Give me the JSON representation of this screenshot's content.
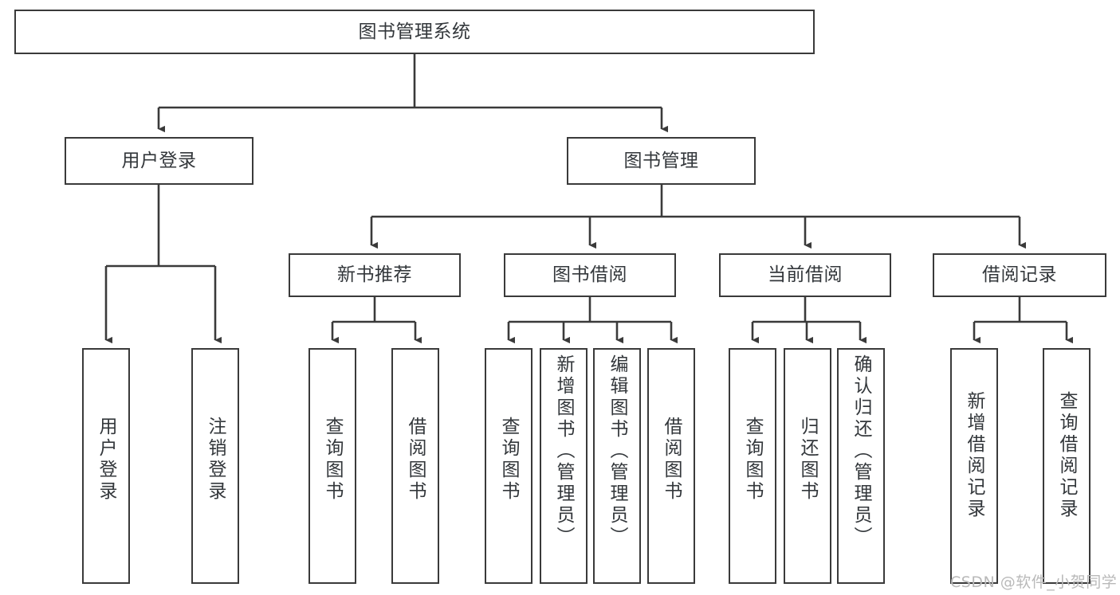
{
  "diagram": {
    "title": "图书管理系统",
    "type": "functional-structure-tree",
    "colors": {
      "box_border": "#3a3a3a",
      "box_fill": "#ffffff",
      "text": "#33373b",
      "connector": "#3a3a3a",
      "watermark": "#b9b9b9",
      "background": "#ffffff"
    },
    "nodes": {
      "root": {
        "label": "图书管理系统"
      },
      "level2": [
        {
          "id": "user-login",
          "label": "用户登录"
        },
        {
          "id": "book-manage",
          "label": "图书管理"
        }
      ],
      "level3": [
        {
          "id": "new-book-recommend",
          "label": "新书推荐"
        },
        {
          "id": "book-borrow",
          "label": "图书借阅"
        },
        {
          "id": "current-borrow",
          "label": "当前借阅"
        },
        {
          "id": "borrow-record",
          "label": "借阅记录"
        }
      ],
      "leaves": {
        "user_login": [
          {
            "id": "leaf-user-login",
            "label": "用户登录"
          },
          {
            "id": "leaf-logout-login",
            "label": "注销登录"
          }
        ],
        "new_book_recommend": [
          {
            "id": "leaf-query-book-1",
            "label": "查询图书"
          },
          {
            "id": "leaf-borrow-book-1",
            "label": "借阅图书"
          }
        ],
        "book_borrow": [
          {
            "id": "leaf-query-book-2",
            "label": "查询图书"
          },
          {
            "id": "leaf-add-book",
            "label": "新增图书（管理员）"
          },
          {
            "id": "leaf-edit-book",
            "label": "编辑图书（管理员）"
          },
          {
            "id": "leaf-borrow-book-2",
            "label": "借阅图书"
          }
        ],
        "current_borrow": [
          {
            "id": "leaf-query-book-3",
            "label": "查询图书"
          },
          {
            "id": "leaf-return-book",
            "label": "归还图书"
          },
          {
            "id": "leaf-confirm-return",
            "label": "确认归还（管理员）"
          }
        ],
        "borrow_record": [
          {
            "id": "leaf-add-borrow-record",
            "label": "新增借阅记录"
          },
          {
            "id": "leaf-query-borrow-record",
            "label": "查询借阅记录"
          }
        ]
      }
    },
    "watermark": "CSDN @软件_小贺同学"
  }
}
